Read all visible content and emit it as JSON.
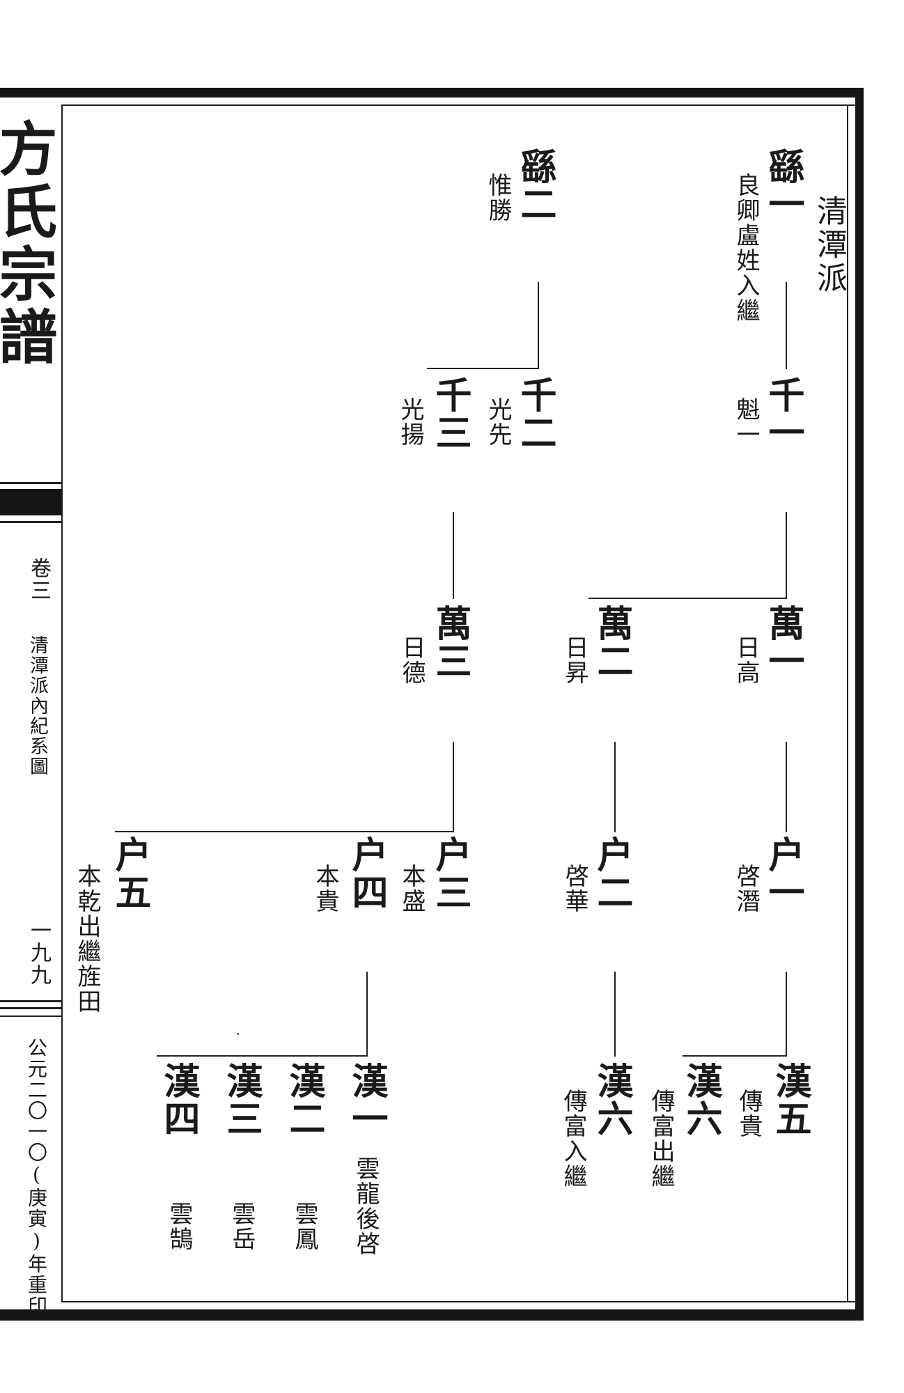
{
  "header": {
    "title": "方氏宗譜",
    "volume": "卷三",
    "section": "清潭派內紀系圖",
    "page": "一九九",
    "reprint": "公元二〇一〇(庚寅)年重印"
  },
  "branch": "清潭派",
  "tree": {
    "g1": [
      {
        "name": "繇一",
        "given": "良卿盧姓入繼"
      },
      {
        "name": "繇二",
        "given": "惟勝"
      }
    ],
    "g2": [
      {
        "name": "千一",
        "given": "魁一"
      },
      {
        "name": "千二",
        "given": "光先"
      },
      {
        "name": "千三",
        "given": "光揚"
      }
    ],
    "g3": [
      {
        "name": "萬一",
        "given": "日高"
      },
      {
        "name": "萬二",
        "given": "日昇"
      },
      {
        "name": "萬三",
        "given": "日德"
      }
    ],
    "g4": [
      {
        "name": "户一",
        "given": "啓潛"
      },
      {
        "name": "户二",
        "given": "啓華"
      },
      {
        "name": "户三",
        "given": "本盛"
      },
      {
        "name": "户四",
        "given": "本貴"
      },
      {
        "name": "户五",
        "given": "本乾出繼旌田"
      }
    ],
    "g5": [
      {
        "name": "漢五",
        "given": "傳貴"
      },
      {
        "name": "漢六",
        "given": "傳富出繼"
      },
      {
        "name": "漢六",
        "given": "傳富入繼"
      },
      {
        "name": "漢一",
        "given": "雲龍後啓"
      },
      {
        "name": "漢二",
        "given": "雲鳳"
      },
      {
        "name": "漢三",
        "given": "雲岳"
      },
      {
        "name": "漢四",
        "given": "雲鵠"
      }
    ]
  }
}
